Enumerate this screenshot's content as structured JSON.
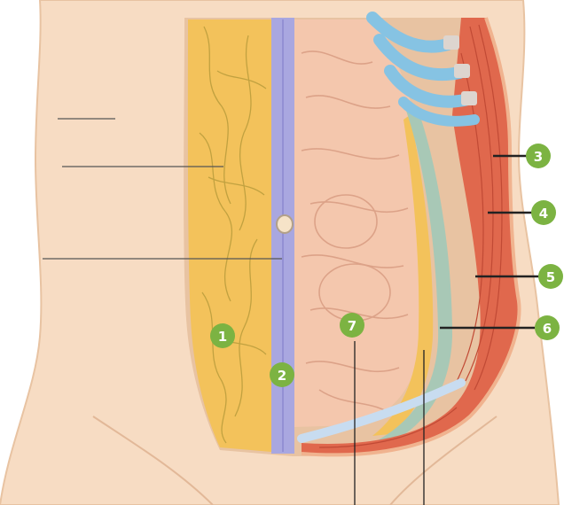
{
  "colors": {
    "skin": "#f7dcc3",
    "skin_outline": "#e8c3a2",
    "fat": "#f3c25b",
    "fat_veins": "#b59a3a",
    "linea_alba": "#a9a7e0",
    "intestines": "#f4c7ad",
    "intestine_folds": "#dca288",
    "muscle": "#e0684d",
    "fascia": "#a8c8b6",
    "rib_bone": "#86c3e3",
    "marker_fill": "#7cb342",
    "leader_line": "#222222"
  },
  "markers": [
    {
      "id": "1",
      "label": "1"
    },
    {
      "id": "2",
      "label": "2"
    },
    {
      "id": "3",
      "label": "3"
    },
    {
      "id": "4",
      "label": "4"
    },
    {
      "id": "5",
      "label": "5"
    },
    {
      "id": "6",
      "label": "6"
    },
    {
      "id": "7",
      "label": "7"
    }
  ],
  "blank_label_lines": 3
}
